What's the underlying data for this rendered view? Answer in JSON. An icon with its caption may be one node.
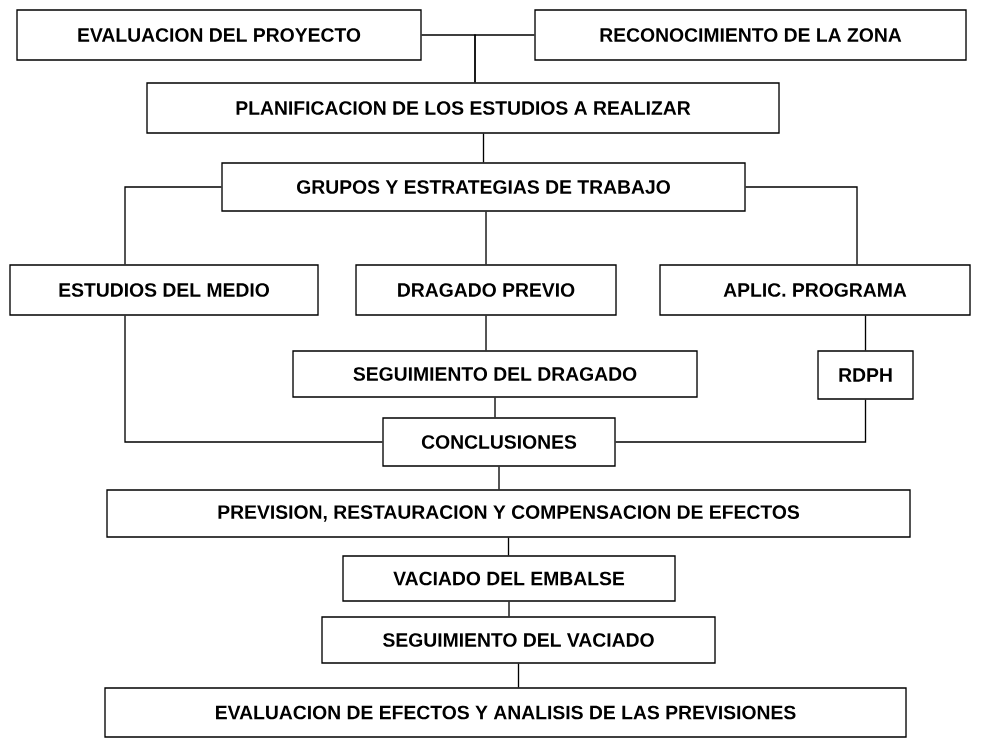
{
  "diagram": {
    "nodes": [
      {
        "text": [
          "EVALUACION DEL PROYECTO"
        ]
      },
      {
        "text": [
          "RECONOCIMIENTO DE LA ZONA"
        ]
      },
      {
        "text": [
          "PLANIFICACION DE LOS ESTUDIOS A REALIZAR"
        ]
      },
      {
        "text": [
          "GRUPOS Y ESTRATEGIAS DE TRABAJO"
        ]
      },
      {
        "text": [
          "ESTUDIOS DEL MEDIO"
        ]
      },
      {
        "text": [
          "DRAGADO PREVIO"
        ]
      },
      {
        "text": [
          "APLIC. PROGRAMA"
        ]
      },
      {
        "text": [
          "SEGUIMIENTO DEL DRAGADO"
        ]
      },
      {
        "text": [
          "RDPH"
        ]
      },
      {
        "text": [
          "CONCLUSIONES"
        ]
      },
      {
        "text": [
          "PREVISION, RESTAURACION Y COMPENSACION DE EFECTOS"
        ]
      },
      {
        "text": [
          "VACIADO DEL EMBALSE"
        ]
      },
      {
        "text": [
          "SEGUIMIENTO DEL VACIADO"
        ]
      },
      {
        "text": [
          "EVALUACION DE EFECTOS Y ANALISIS DE LAS PREVISIONES"
        ]
      }
    ],
    "edges": [
      {
        "from": 0,
        "to": 2,
        "arrow": "none"
      },
      {
        "from": 1,
        "to": 2,
        "arrow": "none"
      },
      {
        "from": 2,
        "to": 3,
        "arrow": "none"
      },
      {
        "from": 3,
        "to": 4,
        "arrow": "none"
      },
      {
        "from": 3,
        "to": 5,
        "arrow": "none"
      },
      {
        "from": 3,
        "to": 6,
        "arrow": "none"
      },
      {
        "from": 5,
        "to": 7,
        "arrow": "none"
      },
      {
        "from": 6,
        "to": 8,
        "arrow": "none"
      },
      {
        "from": 4,
        "to": 9,
        "arrow": "none"
      },
      {
        "from": 7,
        "to": 9,
        "arrow": "none"
      },
      {
        "from": 8,
        "to": 9,
        "arrow": "none"
      },
      {
        "from": 9,
        "to": 10,
        "arrow": "none"
      },
      {
        "from": 10,
        "to": 11,
        "arrow": "none"
      },
      {
        "from": 11,
        "to": 12,
        "arrow": "none"
      },
      {
        "from": 12,
        "to": 13,
        "arrow": "none"
      }
    ]
  }
}
